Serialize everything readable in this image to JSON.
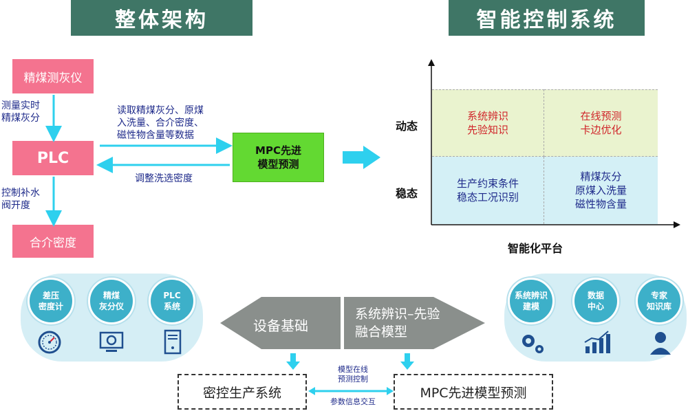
{
  "headers": {
    "left": "整体架构",
    "right": "智能控制系统"
  },
  "left_flow": {
    "meter": "精煤测灰仪",
    "meter_to_plc": [
      "测量实时",
      "精煤灰分"
    ],
    "plc": "PLC",
    "plc_to_density": [
      "控制补水",
      "阀开度"
    ],
    "density": "合介密度",
    "read_data": [
      "读取精煤灰分、原煤",
      "入洗量、合介密度、",
      "磁性物含量等数据"
    ],
    "adjust": "调整洗选密度",
    "mpc": [
      "MPC先进",
      "模型预测"
    ]
  },
  "matrix": {
    "row_dynamic": "动态",
    "row_steady": "稳态",
    "q_top_left": [
      "系统辨识",
      "先验知识"
    ],
    "q_top_right": [
      "在线预测",
      "卡边优化"
    ],
    "q_bottom_left": [
      "生产约束条件",
      "稳态工况识别"
    ],
    "q_bottom_right": [
      "精煤灰分",
      "原煤入洗量",
      "磁性物含量"
    ],
    "platform": "智能化平台",
    "colors": {
      "top": "#eaf3cf",
      "bottom": "#d4f0f6"
    }
  },
  "bottom": {
    "left_nodes": [
      {
        "label": [
          "差压",
          "密度计"
        ],
        "icon": "gauge-icon"
      },
      {
        "label": [
          "精煤",
          "灰分仪"
        ],
        "icon": "monitor-gear-icon"
      },
      {
        "label": [
          "PLC",
          "系统"
        ],
        "icon": "server-icon"
      }
    ],
    "right_nodes": [
      {
        "label": [
          "系统辨识",
          "建模"
        ],
        "icon": "gears-icon"
      },
      {
        "label": [
          "数据",
          "中心"
        ],
        "icon": "bar-chart-icon"
      },
      {
        "label": [
          "专家",
          "知识库"
        ],
        "icon": "person-icon"
      }
    ],
    "device_base": "设备基础",
    "fusion_model": [
      "系统辨识–先验",
      "融合模型"
    ],
    "dense_control": "密控生产系统",
    "mpc_predict": "MPC先进模型预测",
    "link_top": [
      "模型在线",
      "预测控制"
    ],
    "link_bottom": "参数信息交互"
  }
}
